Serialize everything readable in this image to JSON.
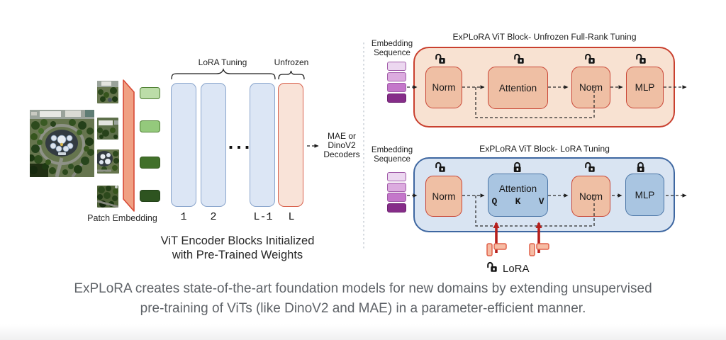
{
  "figure": {
    "left": {
      "patch_embedding_label": "Patch Embedding",
      "lora_bracket_label": "LoRA Tuning",
      "unfrozen_bracket_label": "Unfrozen",
      "block_labels": [
        "1",
        "2",
        "L-1",
        "L"
      ],
      "ellipsis": "...",
      "decoder_lines": [
        "MAE or",
        "DinoV2",
        "Decoders"
      ],
      "caption_lines": [
        "ViT Encoder Blocks Initialized",
        "with Pre-Trained Weights"
      ]
    },
    "top_block": {
      "title": "ExPLoRA ViT Block- Unfrozen Full-Rank Tuning",
      "embedding_lines": [
        "Embedding",
        "Sequence"
      ],
      "boxes": [
        "Norm",
        "Attention",
        "Norm",
        "MLP"
      ]
    },
    "bottom_block": {
      "title": "ExPLoRA ViT Block- LoRA Tuning",
      "embedding_lines": [
        "Embedding",
        "Sequence"
      ],
      "boxes": [
        "Norm",
        "Attention",
        "Norm",
        "MLP"
      ],
      "qkv": [
        "Q",
        "K",
        "V"
      ],
      "lora_label": "LoRA"
    }
  },
  "caption": {
    "line1": "ExPLoRA creates state-of-the-art foundation models for new domains by extending unsupervised",
    "line2": "pre-training of ViTs (like DinoV2 and MAE) in a parameter-efficient manner."
  },
  "colors": {
    "caption_text": "#5f6368",
    "red_accent": "#c9402f",
    "blue_accent": "#3e67a1",
    "peach_container": "#f8e2d2",
    "blue_container": "#d9e4f2",
    "salmon_box": "#efbfa4",
    "blue_box": "#a9c5e1",
    "lora_arrow_red": "#b6201d",
    "token_greens": [
      "#bcdda8",
      "#94c97c",
      "#41702a",
      "#2e5420"
    ],
    "token_purples": [
      "#ecd7f0",
      "#dcabdf",
      "#c477ca",
      "#862d89"
    ]
  },
  "icons": {
    "unlocked_padlock": "open-padlock",
    "locked_padlock": "closed-padlock"
  }
}
